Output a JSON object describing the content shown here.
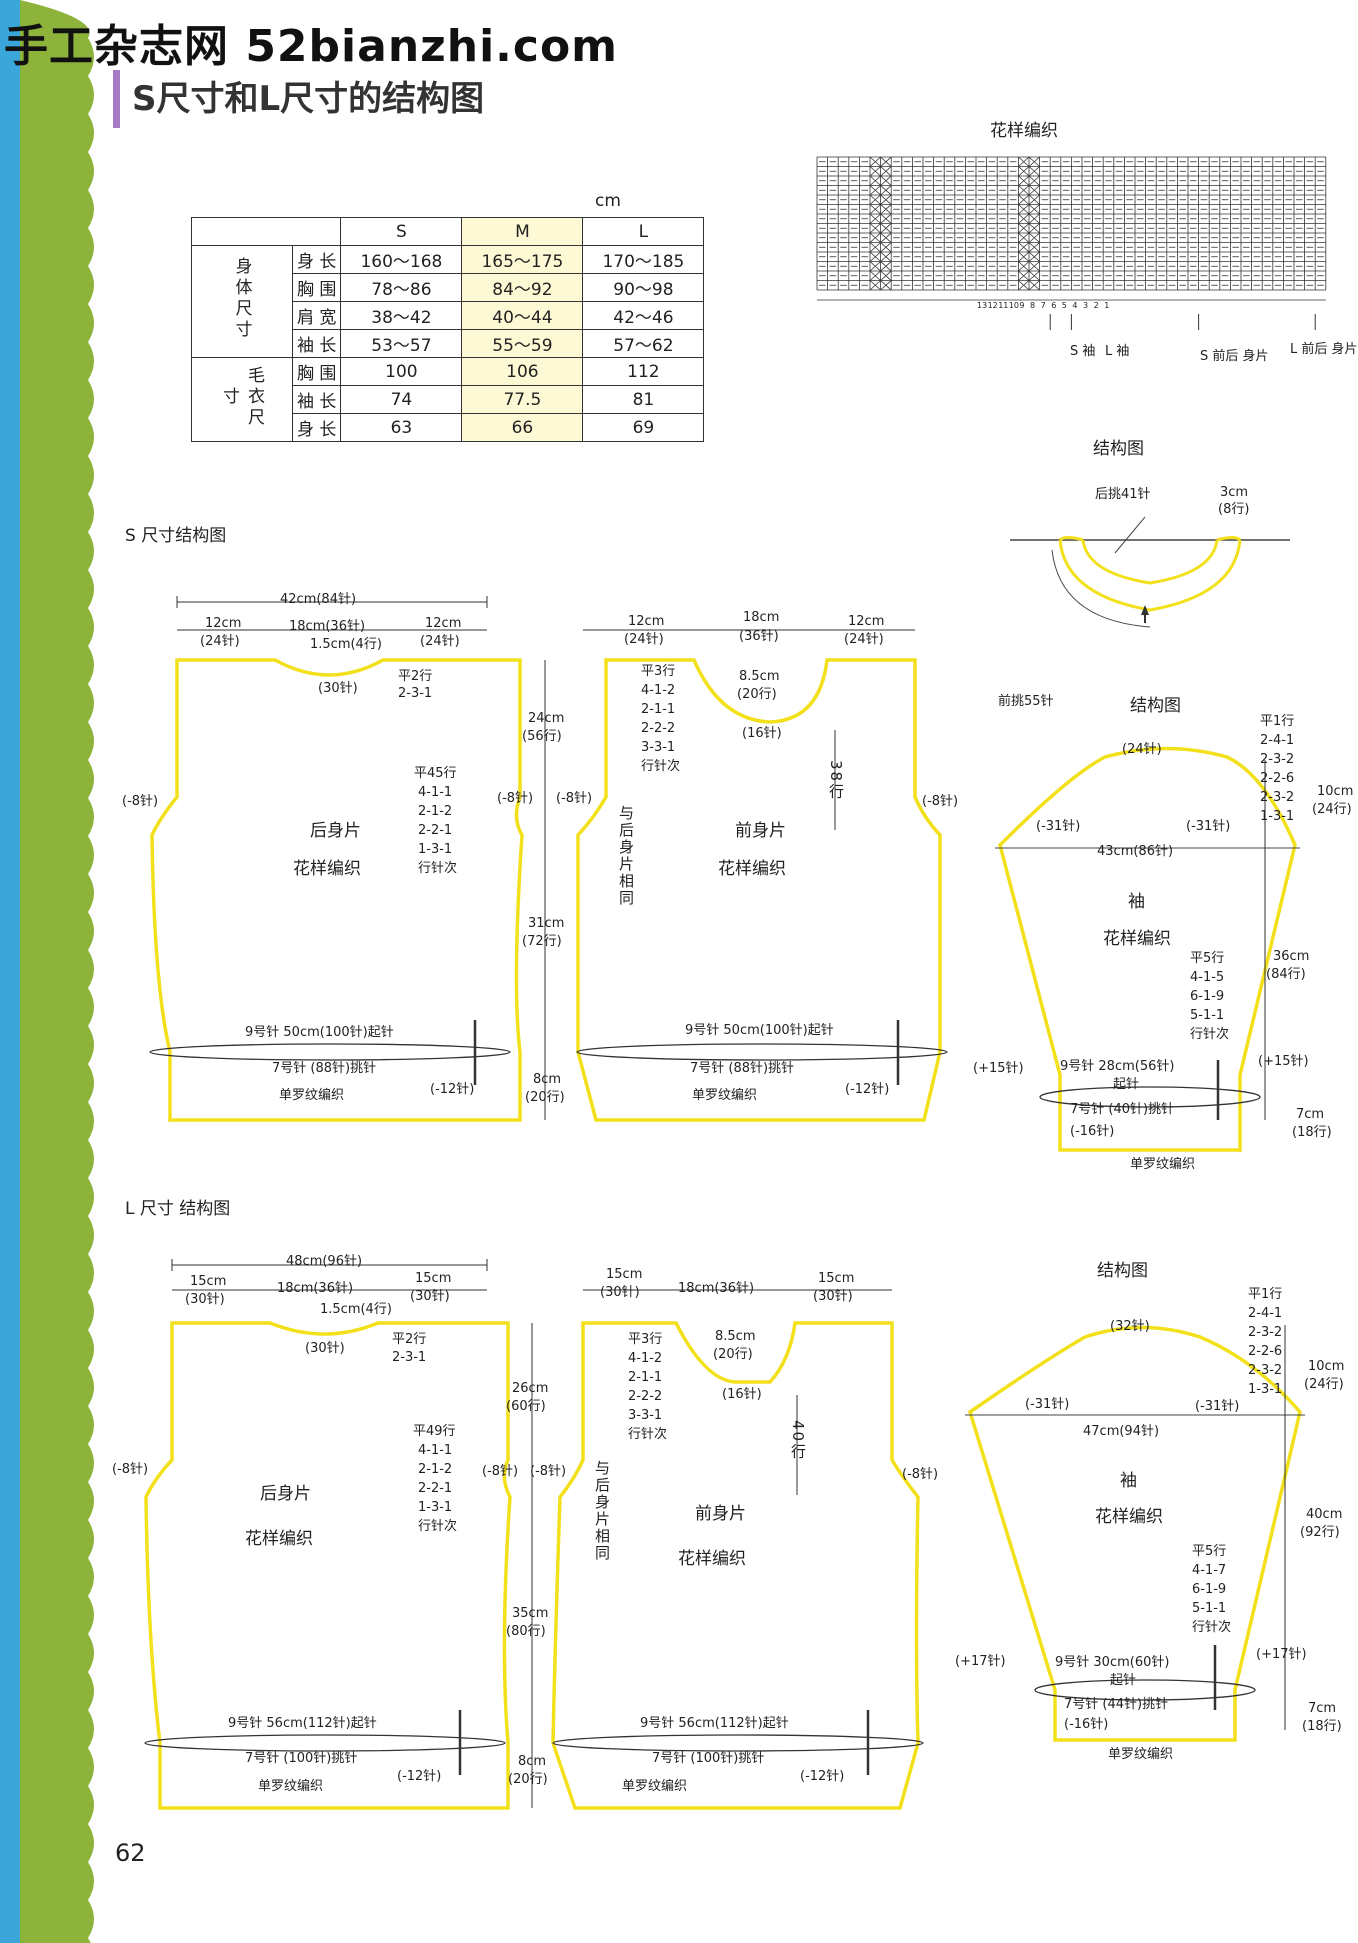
{
  "watermark": "手工杂志网 52bianzhi.com",
  "page_title": "S尺寸和L尺寸的结构图",
  "page_number": "62",
  "colors": {
    "stripe_green": "#8db33a",
    "stripe_blue": "#3aa6d9",
    "outline_yellow": "#f2e01b",
    "title_bar": "#a77bc4",
    "highlight": "#fdf9d4"
  },
  "size_table": {
    "unit": "cm",
    "columns": [
      "S",
      "M",
      "L"
    ],
    "group1_label": "身体尺寸",
    "group2_label": "毛衣尺寸",
    "rows": [
      {
        "label": "身 长",
        "values": [
          "160～168",
          "165～175",
          "170～185"
        ]
      },
      {
        "label": "胸 围",
        "values": [
          "78～86",
          "84～92",
          "90～98"
        ]
      },
      {
        "label": "肩 宽",
        "values": [
          "38～42",
          "40～44",
          "42～46"
        ]
      },
      {
        "label": "袖 长",
        "values": [
          "53～57",
          "55～59",
          "57～62"
        ]
      },
      {
        "label": "胸 围",
        "values": [
          "100",
          "106",
          "112"
        ]
      },
      {
        "label": "袖 长",
        "values": [
          "74",
          "77.5",
          "81"
        ]
      },
      {
        "label": "身 长",
        "values": [
          "63",
          "66",
          "69"
        ]
      }
    ]
  },
  "pattern_chart": {
    "title": "花样编织",
    "numbers": [
      "13",
      "12",
      "11",
      "10",
      "9",
      "8",
      "7",
      "6",
      "5",
      "4",
      "3",
      "2",
      "1"
    ],
    "pointers": [
      "S 袖",
      "L 袖",
      "S 前后 身片",
      "L 前后 身片"
    ]
  },
  "collar": {
    "title": "结构图",
    "pickup": "后挑41针",
    "height": "3cm",
    "rows": "(8行)",
    "front_pickup": "前挑55针"
  },
  "s_section": {
    "heading": "S 尺寸结构图",
    "back": {
      "total_width": "42cm(84针)",
      "shoulder_l_cm": "12cm",
      "shoulder_l_st": "(24针)",
      "neck_cm": "18cm(36针)",
      "neck_depth": "1.5cm(4行)",
      "shoulder_r_cm": "12cm",
      "shoulder_r_st": "(24针)",
      "neck_st": "(30针)",
      "neck_dec": [
        "平2行",
        "2-3-1"
      ],
      "side_l": "(-8针)",
      "side_r": "(-8针)",
      "name": "后身片",
      "pattern": "花样编织",
      "armhole_dec": [
        "平45行",
        "4-1-1",
        "2-1-2",
        "2-2-1",
        "1-3-1",
        "行针次"
      ],
      "armhole_h_cm": "24cm",
      "armhole_h_rows": "(56行)",
      "body_h_cm": "31cm",
      "body_h_rows": "(72行)",
      "cast_on": "9号针 50cm(100针)起针",
      "pickup": "7号针 (88针)挑针",
      "rib_dec": "(-12针)",
      "rib_h_cm": "8cm",
      "rib_h_rows": "(20行)",
      "rib": "单罗纹编织"
    },
    "front": {
      "shoulder_l_cm": "12cm",
      "shoulder_l_st": "(24针)",
      "neck_cm": "18cm",
      "neck_st": "(36针)",
      "shoulder_r_cm": "12cm",
      "shoulder_r_st": "(24针)",
      "neck_depth_cm": "8.5cm",
      "neck_depth_rows": "(20行)",
      "neck_bottom": "(16针)",
      "neck_dec": [
        "平3行",
        "4-1-2",
        "2-1-1",
        "2-2-2",
        "3-3-1",
        "行针次"
      ],
      "side_l": "(-8针)",
      "side_r": "(-8针)",
      "depth": "38行",
      "note": "与后身片相同",
      "name": "前身片",
      "pattern": "花样编织",
      "cast_on": "9号针 50cm(100针)起针",
      "pickup": "7号针 (88针)挑针",
      "rib_dec": "(-12针)",
      "rib": "单罗纹编织"
    },
    "sleeve": {
      "title": "结构图",
      "top_st": "(24针)",
      "cap_dec": [
        "平1行",
        "2-4-1",
        "2-3-2",
        "2-2-6",
        "2-3-2",
        "1-3-1"
      ],
      "cap_h": "10cm",
      "cap_rows": "(24行)",
      "dec_l": "(-31针)",
      "dec_r": "(-31针)",
      "width": "43cm(86针)",
      "name": "袖",
      "pattern": "花样编织",
      "inc": [
        "平5行",
        "4-1-5",
        "6-1-9",
        "5-1-1",
        "行针次"
      ],
      "length_cm": "36cm",
      "length_rows": "(84行)",
      "inc_l": "(+15针)",
      "inc_r": "(+15针)",
      "cast_on": "9号针 28cm(56针)",
      "cast_on2": "起针",
      "pickup": "7号针 (40针)挑针",
      "rib_dec": "(-16针)",
      "rib_h": "7cm",
      "rib_rows": "(18行)",
      "rib": "单罗纹编织"
    }
  },
  "l_section": {
    "heading": "L 尺寸 结构图",
    "back": {
      "total_width": "48cm(96针)",
      "shoulder_l_cm": "15cm",
      "shoulder_l_st": "(30针)",
      "neck_cm": "18cm(36针)",
      "neck_depth": "1.5cm(4行)",
      "shoulder_r_cm": "15cm",
      "shoulder_r_st": "(30针)",
      "neck_st": "(30针)",
      "neck_dec": [
        "平2行",
        "2-3-1"
      ],
      "side_l": "(-8针)",
      "side_r": "(-8针)",
      "name": "后身片",
      "pattern": "花样编织",
      "armhole_dec": [
        "平49行",
        "4-1-1",
        "2-1-2",
        "2-2-1",
        "1-3-1",
        "行针次"
      ],
      "armhole_h_cm": "26cm",
      "armhole_h_rows": "(60行)",
      "body_h_cm": "35cm",
      "body_h_rows": "(80行)",
      "cast_on": "9号针 56cm(112针)起针",
      "pickup": "7号针 (100针)挑针",
      "rib_dec": "(-12针)",
      "rib_h_cm": "8cm",
      "rib_h_rows": "(20行)",
      "rib": "单罗纹编织"
    },
    "front": {
      "shoulder_l_cm": "15cm",
      "shoulder_l_st": "(30针)",
      "neck_cm": "18cm(36针)",
      "shoulder_r_cm": "15cm",
      "shoulder_r_st": "(30针)",
      "neck_depth_cm": "8.5cm",
      "neck_depth_rows": "(20行)",
      "neck_bottom": "(16针)",
      "neck_dec": [
        "平3行",
        "4-1-2",
        "2-1-1",
        "2-2-2",
        "3-3-1",
        "行针次"
      ],
      "side_l": "(-8针)",
      "side_r": "(-8针)",
      "depth": "40行",
      "note": "与后身片相同",
      "name": "前身片",
      "pattern": "花样编织",
      "cast_on": "9号针 56cm(112针)起针",
      "pickup": "7号针 (100针)挑针",
      "rib_dec": "(-12针)",
      "rib": "单罗纹编织"
    },
    "sleeve": {
      "title": "结构图",
      "top_st": "(32针)",
      "cap_dec": [
        "平1行",
        "2-4-1",
        "2-3-2",
        "2-2-6",
        "2-3-2",
        "1-3-1"
      ],
      "cap_h": "10cm",
      "cap_rows": "(24行)",
      "dec_l": "(-31针)",
      "dec_r": "(-31针)",
      "width": "47cm(94针)",
      "name": "袖",
      "pattern": "花样编织",
      "inc": [
        "平5行",
        "4-1-7",
        "6-1-9",
        "5-1-1",
        "行针次"
      ],
      "length_cm": "40cm",
      "length_rows": "(92行)",
      "inc_l": "(+17针)",
      "inc_r": "(+17针)",
      "cast_on": "9号针 30cm(60针)",
      "cast_on2": "起针",
      "pickup": "7号针 (44针)挑针",
      "rib_dec": "(-16针)",
      "rib_h": "7cm",
      "rib_rows": "(18行)",
      "rib": "单罗纹编织"
    }
  }
}
